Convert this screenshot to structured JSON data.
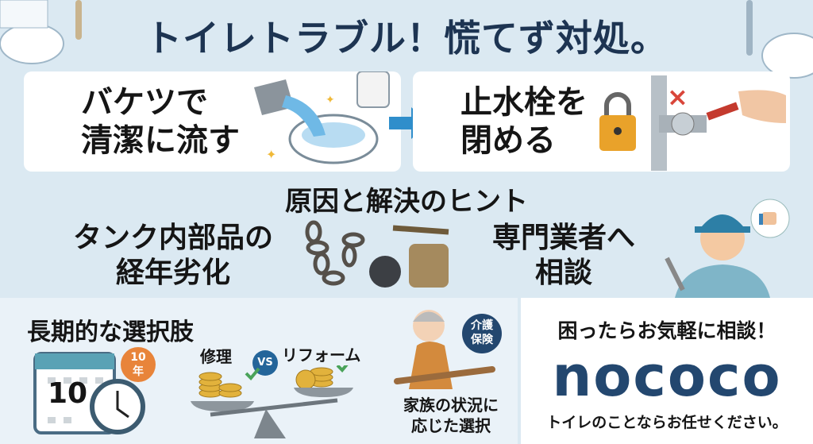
{
  "title": "トイレトラブル！慌てず対処。",
  "step1": {
    "line1": "バケツで",
    "line2": "清潔に流す"
  },
  "step2": {
    "line1": "止水栓を",
    "line2": "閉める"
  },
  "hints": {
    "heading": "原因と解決のヒント",
    "cause_line1": "タンク内部品の",
    "cause_line2": "経年劣化",
    "solution_line1": "専門業者へ",
    "solution_line2": "相談"
  },
  "long_term": {
    "heading": "長期的な選択肢",
    "calendar_number": "10",
    "badge_line1": "10",
    "badge_line2": "年",
    "repair": "修理",
    "vs": "VS",
    "reform": "リフォーム",
    "care_line1": "介護",
    "care_line2": "保険",
    "family_line1": "家族の状況に",
    "family_line2": "応じた選択"
  },
  "cta": {
    "heading": "困ったらお気軽に相談！",
    "brand": "nococo",
    "tagline": "トイレのことならお任せください。"
  },
  "colors": {
    "navy": "#1d3452",
    "brand": "#23476f",
    "accent": "#2f8ecb",
    "orange": "#e8843a"
  }
}
